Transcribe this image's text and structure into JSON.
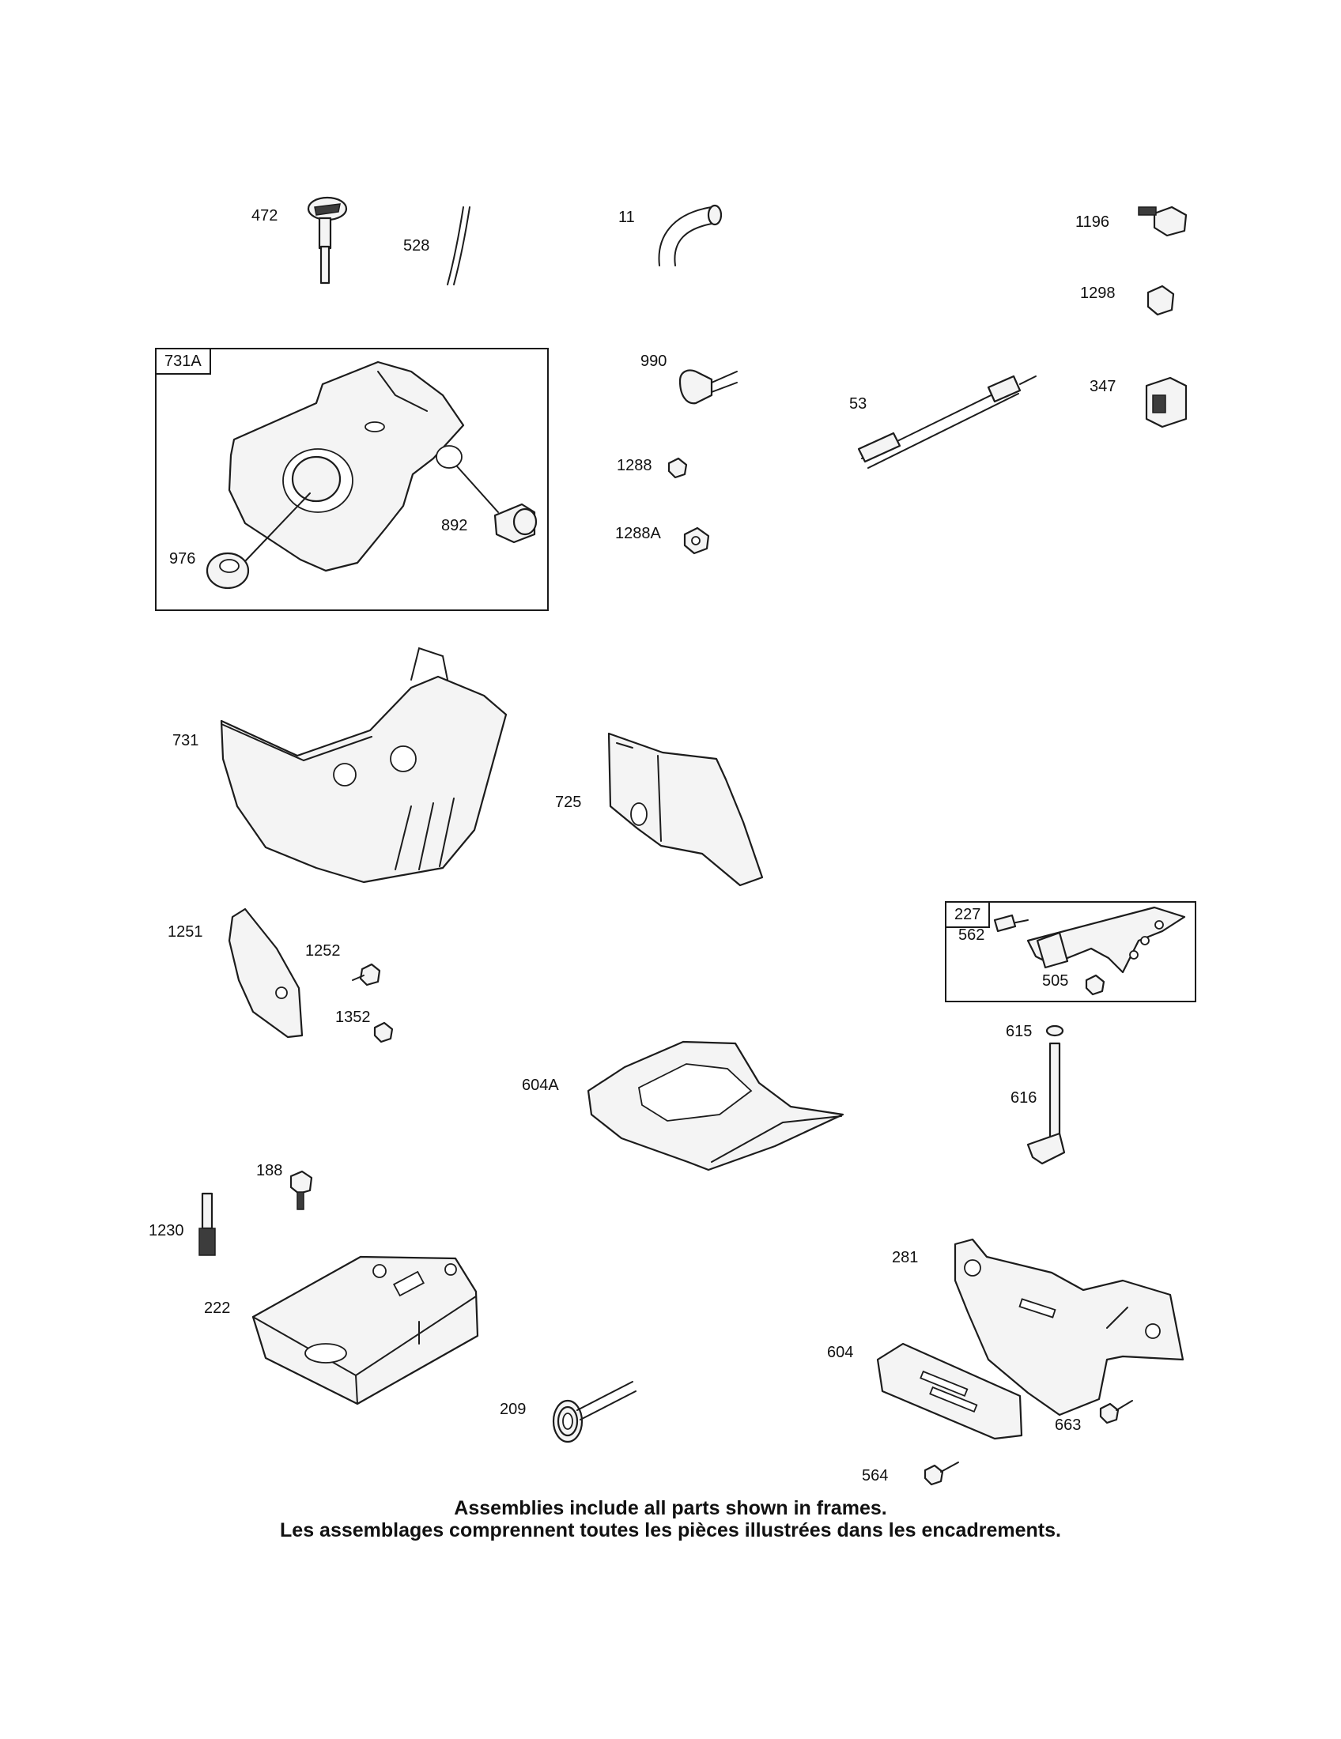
{
  "frames": {
    "f731A": "731A",
    "f227": "227"
  },
  "labels": {
    "p472": "472",
    "p528": "528",
    "p11": "11",
    "p1196": "1196",
    "p1298": "1298",
    "p347": "347",
    "p990": "990",
    "p53": "53",
    "p1288": "1288",
    "p1288A": "1288A",
    "p892": "892",
    "p976": "976",
    "p731": "731",
    "p725": "725",
    "p1251": "1251",
    "p1252": "1252",
    "p1352": "1352",
    "p562": "562",
    "p505": "505",
    "p615": "615",
    "p616": "616",
    "p604A": "604A",
    "p188": "188",
    "p1230": "1230",
    "p222": "222",
    "p281": "281",
    "p604": "604",
    "p663": "663",
    "p209": "209",
    "p564": "564"
  },
  "caption": {
    "english": "Assemblies include all parts shown in frames.",
    "french": "Les assemblages comprennent toutes les pièces illustrées dans les encadrements."
  }
}
